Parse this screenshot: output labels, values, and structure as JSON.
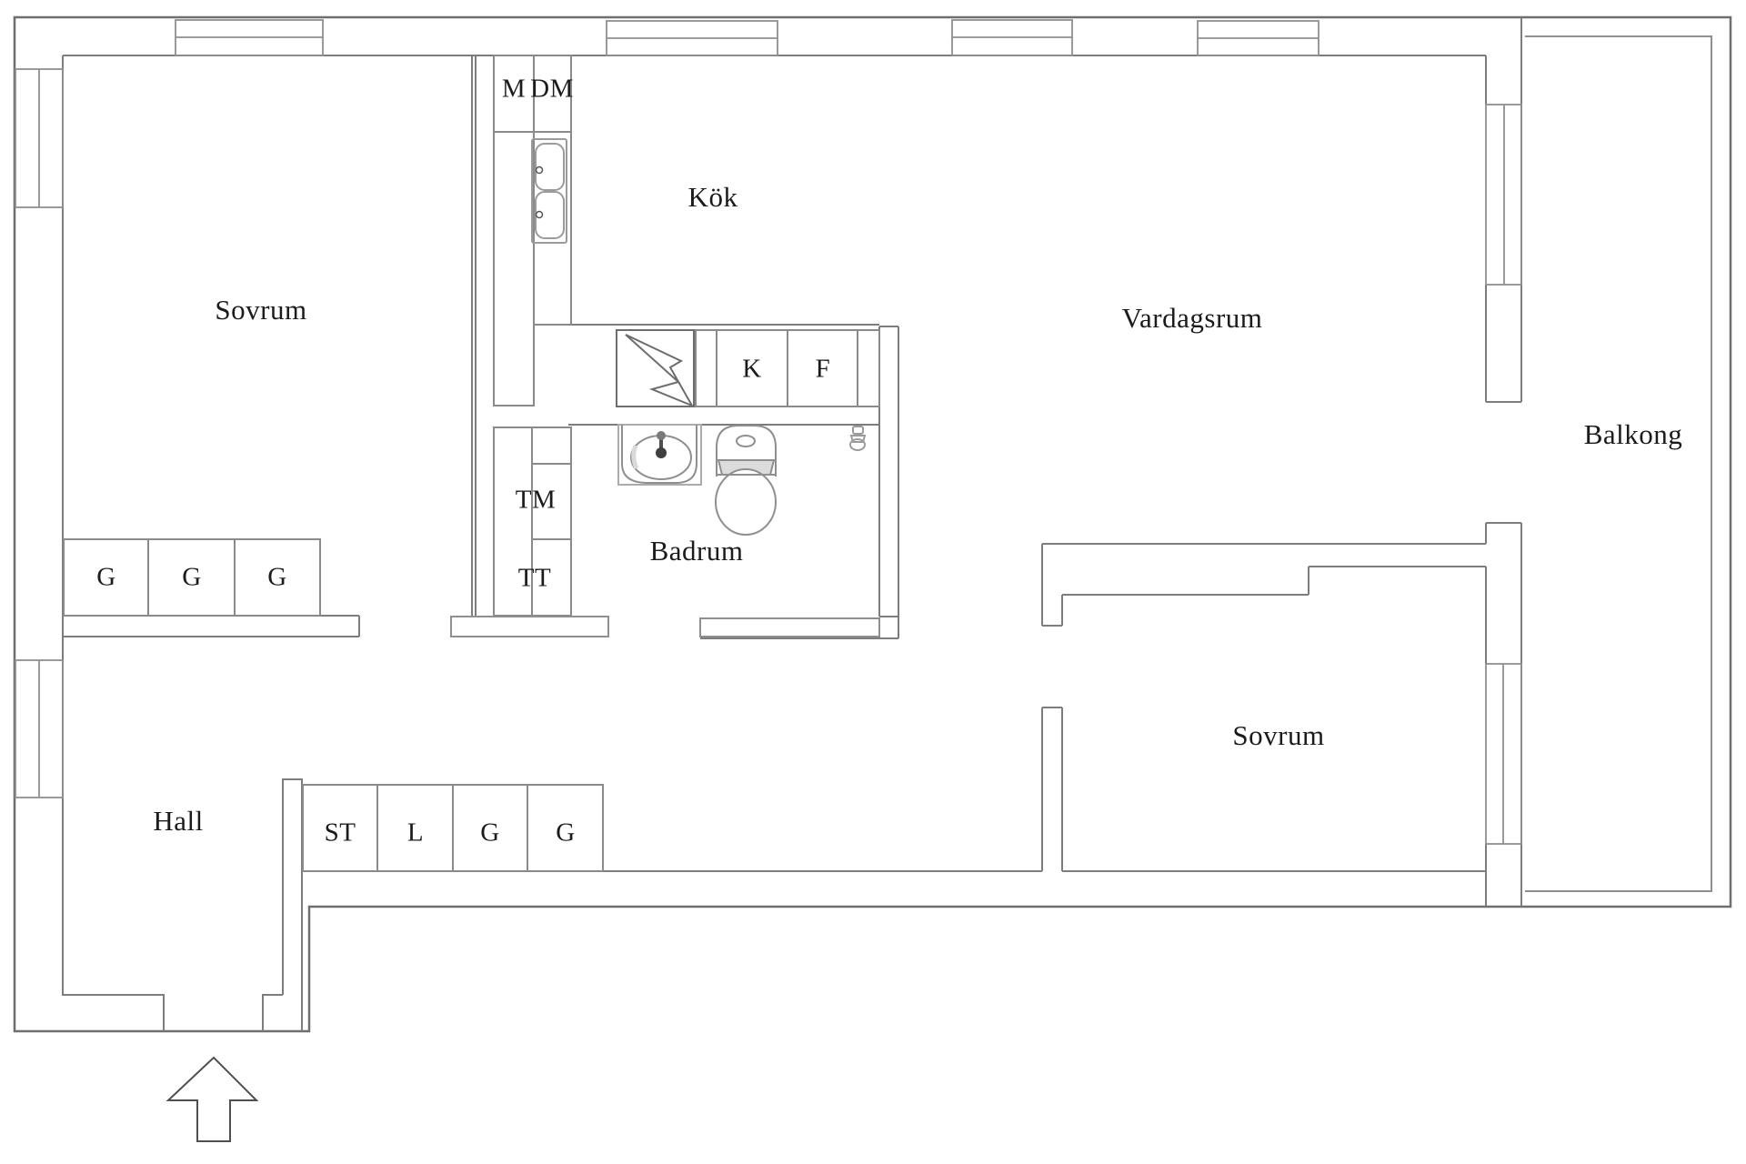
{
  "plan": {
    "type": "apartment-floor-plan",
    "language": "Swedish",
    "rooms": [
      {
        "id": "sovrum-1",
        "label": "Sovrum"
      },
      {
        "id": "kok",
        "label": "Kök"
      },
      {
        "id": "vardagsrum",
        "label": "Vardagsrum"
      },
      {
        "id": "balkong",
        "label": "Balkong"
      },
      {
        "id": "badrum",
        "label": "Badrum"
      },
      {
        "id": "hall",
        "label": "Hall"
      },
      {
        "id": "sovrum-2",
        "label": "Sovrum"
      }
    ],
    "units": [
      {
        "id": "m",
        "label": "M"
      },
      {
        "id": "dm",
        "label": "DM"
      },
      {
        "id": "k",
        "label": "K"
      },
      {
        "id": "f",
        "label": "F"
      },
      {
        "id": "tm",
        "label": "TM"
      },
      {
        "id": "tt",
        "label": "TT"
      },
      {
        "id": "g1",
        "label": "G"
      },
      {
        "id": "g2",
        "label": "G"
      },
      {
        "id": "g3",
        "label": "G"
      },
      {
        "id": "st",
        "label": "ST"
      },
      {
        "id": "l",
        "label": "L"
      },
      {
        "id": "g4",
        "label": "G"
      },
      {
        "id": "g5",
        "label": "G"
      }
    ],
    "icons": [
      "entry-arrow-icon",
      "kitchen-sink-icon",
      "bathroom-sink-icon",
      "toilet-icon",
      "lightning-icon",
      "valve-icon"
    ],
    "colors": {
      "background": "#ffffff",
      "wall_dark": "#6f6f6f",
      "wall_light": "#8f8f8f",
      "fixture": "#9b9b9b",
      "text": "#1b1b1b"
    }
  }
}
